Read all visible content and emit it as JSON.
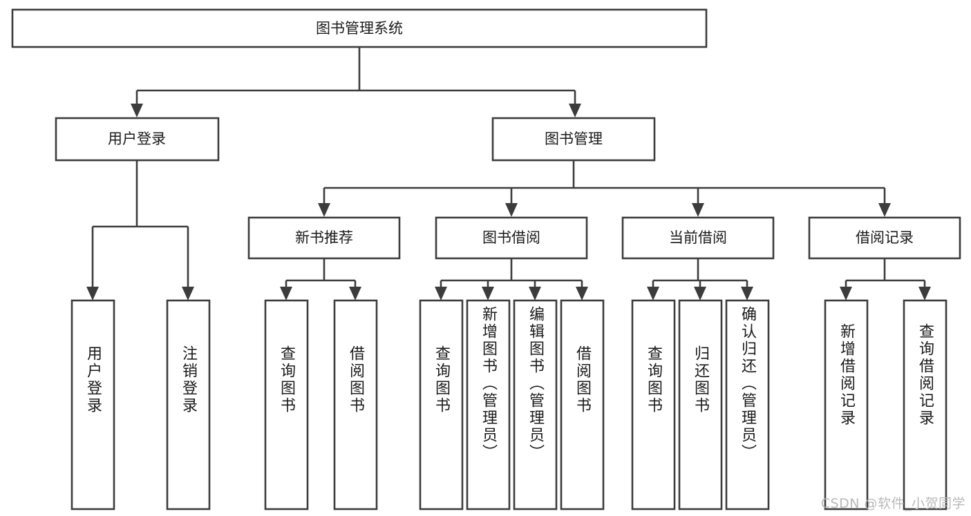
{
  "diagram": {
    "type": "tree",
    "title": "图书管理系统",
    "root": {
      "label": "图书管理系统"
    },
    "level2": [
      {
        "label": "用户登录"
      },
      {
        "label": "图书管理"
      }
    ],
    "level3": [
      {
        "label": "新书推荐"
      },
      {
        "label": "图书借阅"
      },
      {
        "label": "当前借阅"
      },
      {
        "label": "借阅记录"
      }
    ],
    "leaves": [
      {
        "label": "用户登录",
        "parent": "用户登录"
      },
      {
        "label": "注销登录",
        "parent": "用户登录"
      },
      {
        "label": "查询图书",
        "parent": "新书推荐"
      },
      {
        "label": "借阅图书",
        "parent": "新书推荐"
      },
      {
        "label": "查询图书",
        "parent": "图书借阅"
      },
      {
        "label": "新增图书（管理员）",
        "parent": "图书借阅"
      },
      {
        "label": "编辑图书（管理员）",
        "parent": "图书借阅"
      },
      {
        "label": "借阅图书",
        "parent": "图书借阅"
      },
      {
        "label": "查询图书",
        "parent": "当前借阅"
      },
      {
        "label": "归还图书",
        "parent": "当前借阅"
      },
      {
        "label": "确认归还（管理员）",
        "parent": "当前借阅"
      },
      {
        "label": "新增借阅记录",
        "parent": "借阅记录"
      },
      {
        "label": "查询借阅记录",
        "parent": "借阅记录"
      }
    ]
  },
  "watermark": {
    "text": "CSDN @软件_小贺同学"
  },
  "colors": {
    "stroke": "#3c3c3c",
    "text": "#1a1a1a",
    "background": "#ffffff",
    "watermark": "#b9b9b9"
  }
}
